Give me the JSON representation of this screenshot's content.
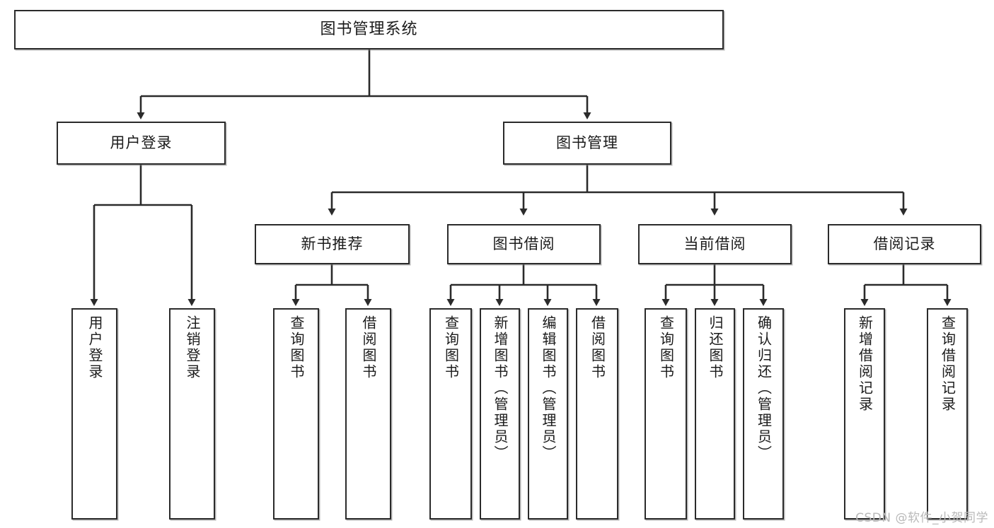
{
  "diagram": {
    "title": "图书管理系统",
    "type": "tree-hierarchy-diagram",
    "watermark": "CSDN @软件_小贺同学",
    "colors": {
      "box_border": "#2b2b2b",
      "box_fill": "#ffffff",
      "connector": "#2b2b2b",
      "background": "#ffffff",
      "watermark": "#b9b9b9"
    }
  },
  "root": {
    "label": "图书管理系统"
  },
  "level2": [
    {
      "label": "用户登录"
    },
    {
      "label": "图书管理"
    }
  ],
  "level3": [
    {
      "label": "新书推荐"
    },
    {
      "label": "图书借阅"
    },
    {
      "label": "当前借阅"
    },
    {
      "label": "借阅记录"
    }
  ],
  "leaves": {
    "user_login": [
      {
        "label": "用户登录"
      },
      {
        "label": "注销登录"
      }
    ],
    "new_book_recommend": [
      {
        "label": "查询图书"
      },
      {
        "label": "借阅图书"
      }
    ],
    "book_borrow": [
      {
        "label": "查询图书"
      },
      {
        "label": "新增图书（管理员）"
      },
      {
        "label": "编辑图书（管理员）"
      },
      {
        "label": "借阅图书"
      }
    ],
    "current_borrow": [
      {
        "label": "查询图书"
      },
      {
        "label": "归还图书"
      },
      {
        "label": "确认归还（管理员）"
      }
    ],
    "borrow_record": [
      {
        "label": "新增借阅记录"
      },
      {
        "label": "查询借阅记录"
      }
    ]
  }
}
